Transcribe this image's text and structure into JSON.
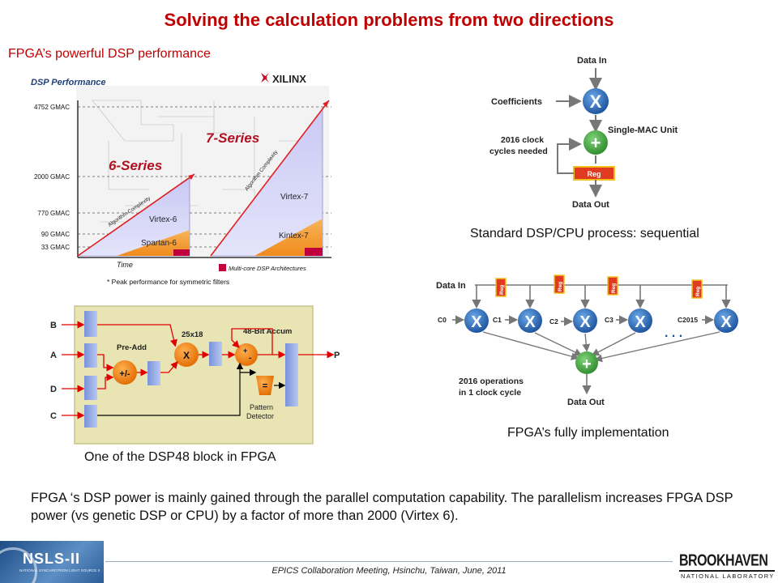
{
  "slide": {
    "title": "Solving the calculation problems from two directions",
    "subtitle": "FPGA’s powerful DSP performance",
    "body": "FPGA ‘s DSP power is mainly gained through the parallel computation capability.  The parallelism increases FPGA DSP power (vs genetic DSP or CPU) by a factor of more than 2000 (Virtex 6).",
    "footer": "EPICS Collaboration Meeting, Hsinchu, Taiwan, June, 2011"
  },
  "logos": {
    "xilinx": "XILINX",
    "nsls_main": "NSLS-II",
    "nsls_sub": "NATIONAL SYNCHROTRON LIGHT SOURCE II",
    "bnl_main": "BROOKHAVEN",
    "bnl_sub": "NATIONAL LABORATORY"
  },
  "perf_chart": {
    "heading": "DSP Performance",
    "y_ticks": [
      "4752 GMAC",
      "2000 GMAC",
      "770 GMAC",
      "90 GMAC",
      "33 GMAC"
    ],
    "x_label": "Time",
    "series_6": "6-Series",
    "series_7": "7-Series",
    "algo": "Algorithm Complexity",
    "virtex6": "Virtex-6",
    "spartan6": "Spartan-6",
    "virtex7": "Virtex-7",
    "kintex7": "Kintex-7",
    "legend": "Multi-core DSP Architectures",
    "note": "* Peak performance for symmetric filters"
  },
  "seq_diagram": {
    "data_in": "Data In",
    "coefficients": "Coefficients",
    "cycles_1": "2016 clock",
    "cycles_2": "cycles needed",
    "mac_unit": "Single-MAC Unit",
    "mult": "X",
    "add": "+",
    "reg": "Reg",
    "data_out": "Data Out",
    "caption": "Standard DSP/CPU process: sequential"
  },
  "dsp48": {
    "inputs": [
      "B",
      "A",
      "D",
      "C"
    ],
    "pre_add": "Pre-Add",
    "pre_add_op": "+/-",
    "mult_label": "25x18",
    "mult_op": "X",
    "accum": "48-Bit Accum",
    "accum_plus": "+",
    "accum_minus": "-",
    "eq": "=",
    "pattern_1": "Pattern",
    "pattern_2": "Detector",
    "output": "P",
    "caption": "One of the DSP48 block in FPGA"
  },
  "par_diagram": {
    "data_in": "Data In",
    "coeffs": [
      "C0",
      "C1",
      "C2",
      "C3",
      "C2015"
    ],
    "mult": "X",
    "reg": "Reg",
    "ellipsis": ". . .",
    "add": "+",
    "ops_1": "2016 operations",
    "ops_2": "in 1 clock cycle",
    "data_out": "Data Out",
    "caption": "FPGA’s fully implementation"
  }
}
